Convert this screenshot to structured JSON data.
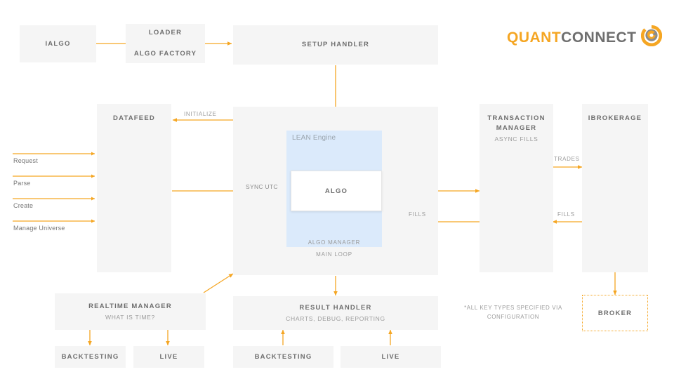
{
  "logo": {
    "part1": "QUANT",
    "part2": "CONNECT",
    "mark": "quantconnect-circle-icon",
    "orange": "#f5a623",
    "gray": "#6e6e6e"
  },
  "colors": {
    "box_fill": "#f5f5f5",
    "lean_fill": "#dbeafb",
    "arrow": "#f5a623",
    "title_text": "#6e6e6e",
    "sub_text": "#9b9b9b"
  },
  "boxes": {
    "ialgo": {
      "title": "IALGO"
    },
    "loader": {
      "title": "LOADER",
      "second": "ALGO FACTORY"
    },
    "setup": {
      "title": "SETUP HANDLER"
    },
    "datafeed": {
      "title": "DATAFEED"
    },
    "transaction": {
      "title": "TRANSACTION MANAGER",
      "sub": "ASYNC FILLS"
    },
    "ibrokerage": {
      "title": "IBROKERAGE"
    },
    "realtime": {
      "title": "REALTIME MANAGER",
      "sub": "WHAT IS TIME?"
    },
    "result": {
      "title": "RESULT HANDLER",
      "sub": "CHARTS, DEBUG, REPORTING"
    },
    "rt_backtesting": {
      "title": "BACKTESTING"
    },
    "rt_live": {
      "title": "LIVE"
    },
    "rs_backtesting": {
      "title": "BACKTESTING"
    },
    "rs_live": {
      "title": "LIVE"
    },
    "broker": {
      "title": "BROKER"
    }
  },
  "engine": {
    "lean_title": "LEAN Engine",
    "algo": "ALGO",
    "algo_manager": "ALGO MANAGER",
    "main_loop": "MAIN LOOP"
  },
  "arrow_labels": {
    "initialize": "INITIALIZE",
    "sync_utc": "SYNC UTC",
    "trades": "TRADES",
    "fills_mid": "FILLS",
    "fills_right": "FILLS"
  },
  "inputs": [
    {
      "label": "Request"
    },
    {
      "label": "Parse"
    },
    {
      "label": "Create"
    },
    {
      "label": "Manage Universe"
    }
  ],
  "footnote": "*ALL KEY TYPES SPECIFIED VIA CONFIGURATION"
}
